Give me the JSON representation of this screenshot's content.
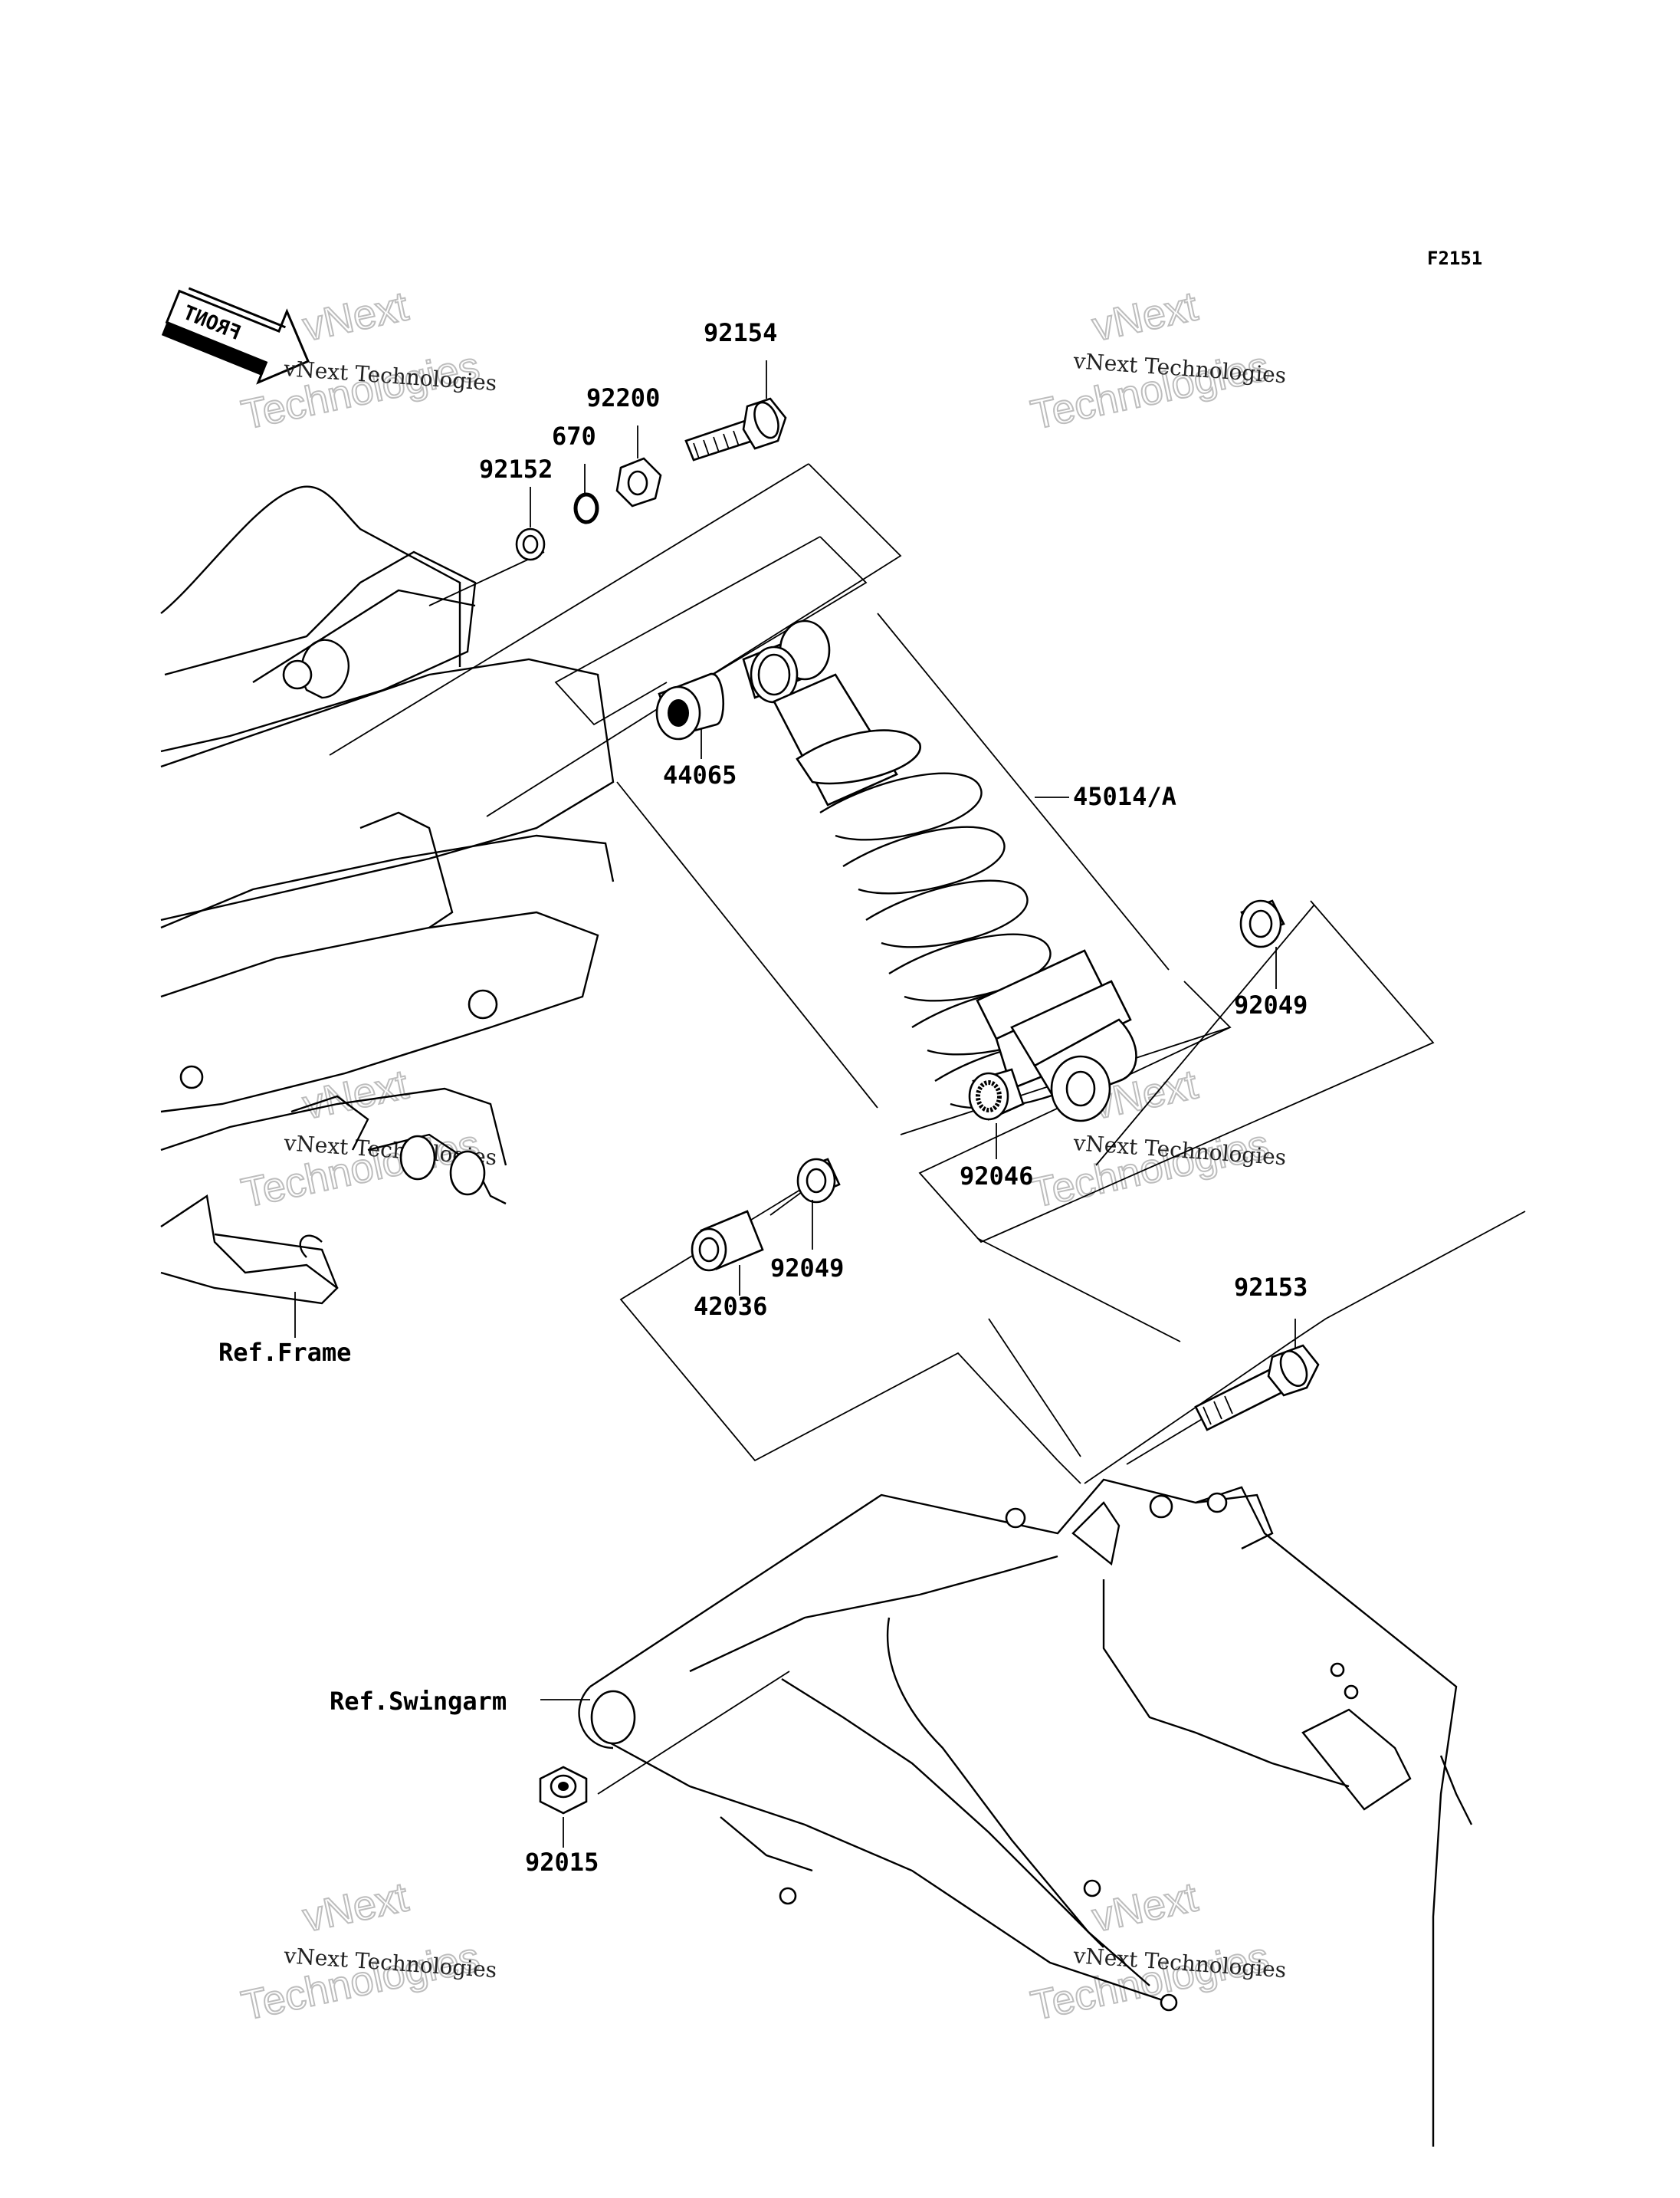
{
  "figure_id": "F2151",
  "front_label": "FRONT",
  "watermark": {
    "line": "vNext Technologies",
    "big_top": "vNext",
    "big_bottom": "Technologies"
  },
  "parts": [
    {
      "number": "92154"
    },
    {
      "number": "92200"
    },
    {
      "number": "670"
    },
    {
      "number": "92152"
    },
    {
      "number": "44065"
    },
    {
      "number": "45014/A"
    },
    {
      "number": "92049"
    },
    {
      "number": "92046"
    },
    {
      "number": "92049"
    },
    {
      "number": "42036"
    },
    {
      "number": "92153"
    },
    {
      "number": "92015"
    }
  ],
  "references": {
    "frame": "Ref.Frame",
    "swingarm": "Ref.Swingarm"
  }
}
